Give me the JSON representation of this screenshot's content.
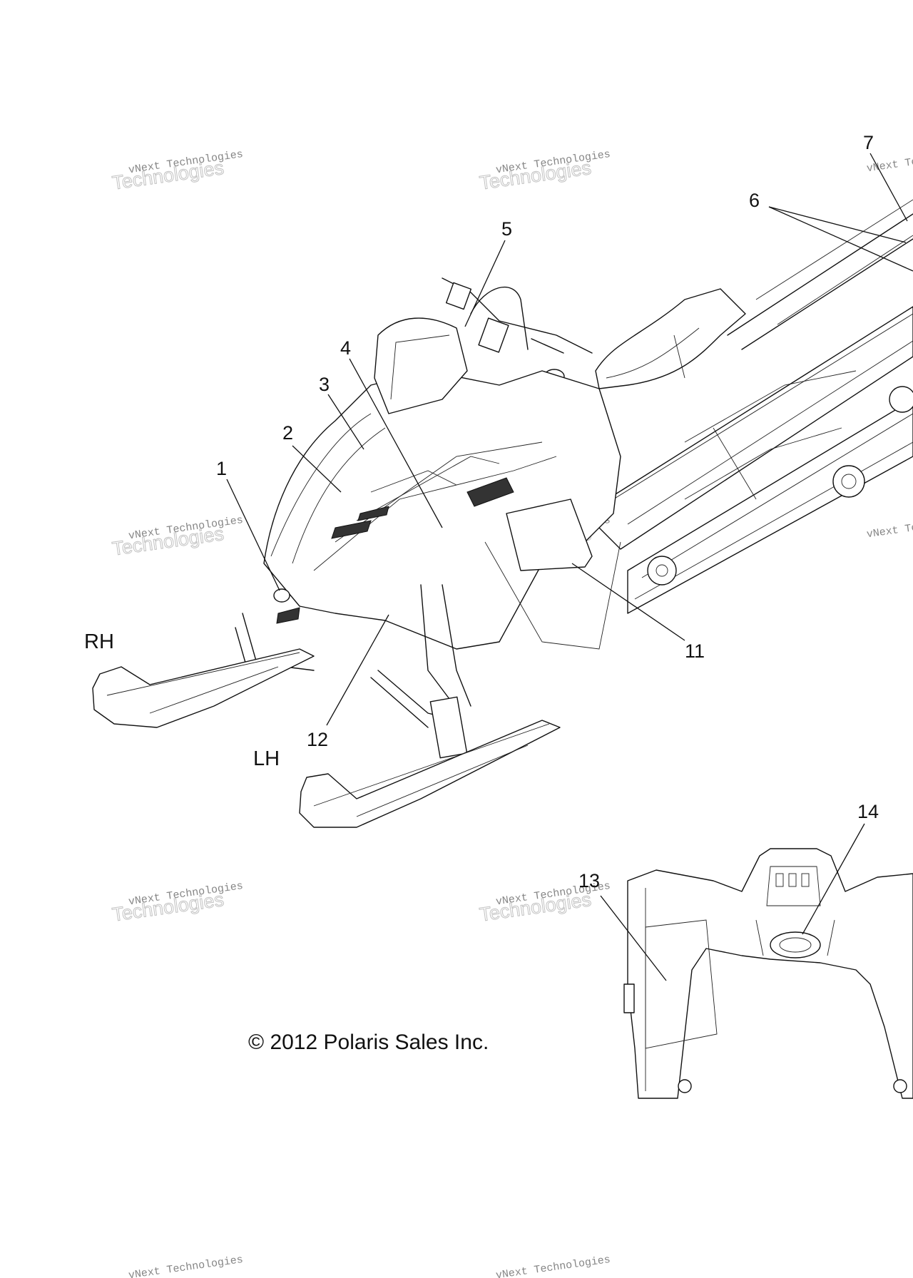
{
  "callouts": [
    {
      "id": "1",
      "text": "1"
    },
    {
      "id": "2",
      "text": "2"
    },
    {
      "id": "3",
      "text": "3"
    },
    {
      "id": "4",
      "text": "4"
    },
    {
      "id": "5",
      "text": "5"
    },
    {
      "id": "6",
      "text": "6"
    },
    {
      "id": "7",
      "text": "7"
    },
    {
      "id": "11",
      "text": "11"
    },
    {
      "id": "12",
      "text": "12"
    },
    {
      "id": "13",
      "text": "13"
    },
    {
      "id": "14",
      "text": "14"
    }
  ],
  "side_labels": {
    "rh": "RH",
    "lh": "LH"
  },
  "copyright": "© 2012 Polaris Sales Inc.",
  "watermark": {
    "line1": "vNext Technologies",
    "line2": "Technologies"
  }
}
